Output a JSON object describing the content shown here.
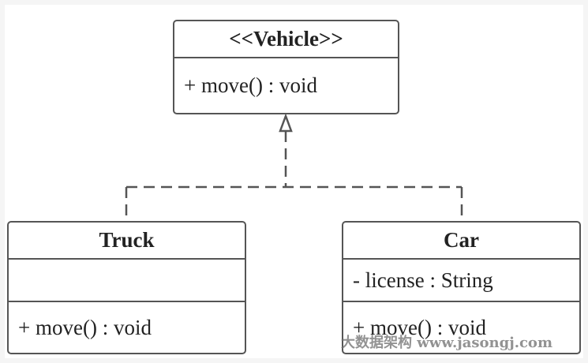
{
  "diagram": {
    "interface": {
      "name": "<<Vehicle>>",
      "methods": [
        "+ move() : void"
      ]
    },
    "classes": [
      {
        "name": "Truck",
        "attributes": [],
        "methods": [
          "+ move() : void"
        ]
      },
      {
        "name": "Car",
        "attributes": [
          "- license : String"
        ],
        "methods": [
          "+ move() : void"
        ]
      }
    ],
    "relationship": {
      "type": "realization",
      "from": [
        "Truck",
        "Car"
      ],
      "to": "<<Vehicle>>"
    },
    "colors": {
      "stroke": "#555555",
      "background": "#ffffff"
    }
  },
  "watermark": "大数据架构 www.jasongj.com"
}
